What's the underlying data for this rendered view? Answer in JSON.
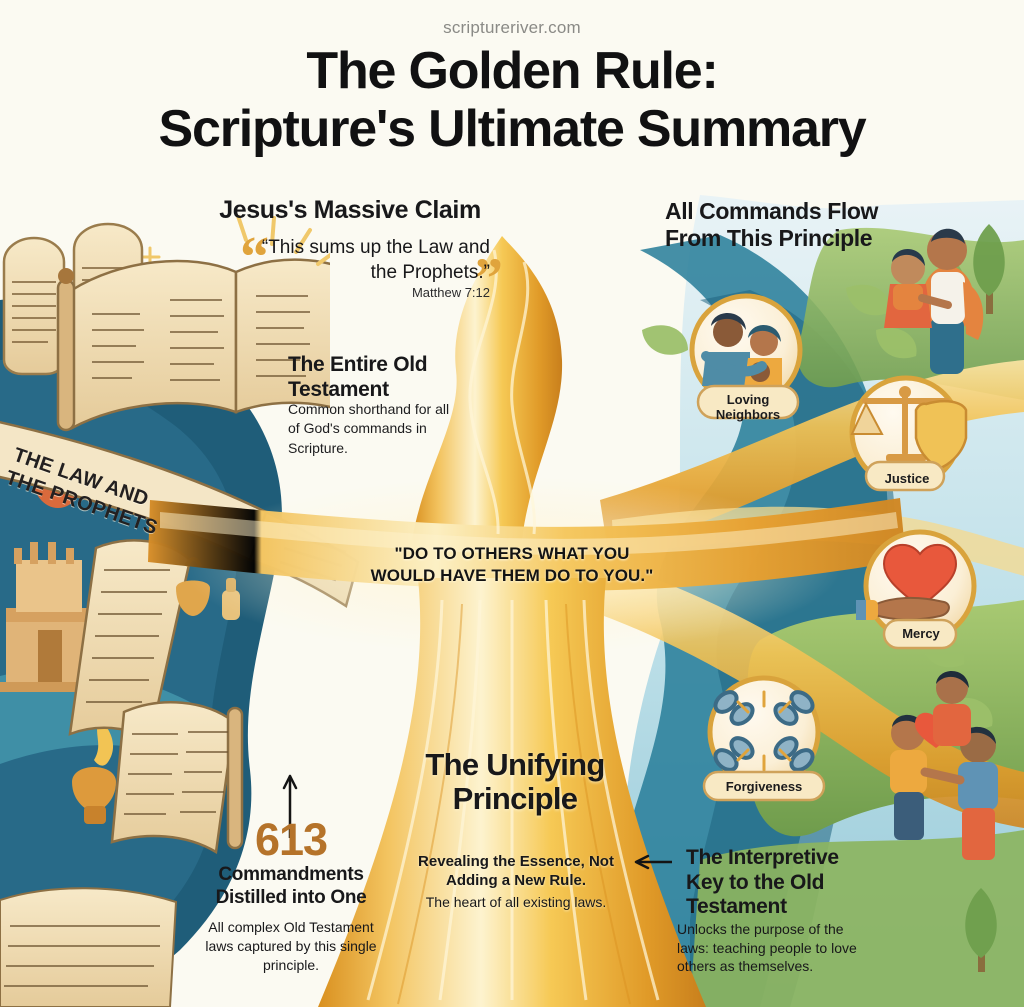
{
  "header": {
    "site_url": "scriptureriver.com",
    "title_line1": "The Golden Rule:",
    "title_line2": "Scripture's Ultimate Summary"
  },
  "left_panel": {
    "claim_heading": "Jesus's Massive Claim",
    "quote": "“This sums up the Law and the Prophets.”",
    "quote_reference": "Matthew 7:12",
    "quote_mark_open": "“",
    "quote_mark_close": "”",
    "ot_heading": "The Entire Old Testament",
    "ot_body": "Common shorthand for all of God's commands in Scripture.",
    "banner_label": "THE LAW AND THE PROPHETS"
  },
  "right_panel": {
    "flow_heading": "All Commands Flow From This Principle",
    "badges": [
      {
        "label": "Loving Neighbors",
        "icon": "embracing-people-icon"
      },
      {
        "label": "Justice",
        "icon": "scales-and-shield-icon"
      },
      {
        "label": "Mercy",
        "icon": "hand-holding-heart-icon"
      },
      {
        "label": "Forgiveness",
        "icon": "broken-chains-icon"
      }
    ]
  },
  "center": {
    "golden_rule": "\"DO TO OTHERS WHAT YOU WOULD HAVE THEM DO TO YOU.\"",
    "unify_heading": "The Unifying Principle",
    "unify_subtitle": "Revealing the Essence, Not Adding a New Rule.",
    "unify_note": "The heart of all existing laws."
  },
  "bottom_left": {
    "number": "613",
    "subtitle": "Commandments Distilled into One",
    "body": "All complex Old Testament laws captured by this single principle."
  },
  "bottom_right": {
    "heading": "The Interpretive Key to the Old Testament",
    "body": "Unlocks the purpose of the laws: teaching people to love others as themselves."
  },
  "colors": {
    "background": "#fbfaf2",
    "gold": "#e8a93a",
    "gold_light": "#f6d27a",
    "gold_deep": "#d98f28",
    "teal_deep": "#1f5d79",
    "teal": "#3f8fa6",
    "green": "#7fae58",
    "orange": "#e4843f",
    "red_heart": "#e8583c",
    "parchment": "#f0dcb4",
    "ink": "#18181a",
    "muted": "#8a8a86",
    "accent_613": "#b5732a"
  }
}
